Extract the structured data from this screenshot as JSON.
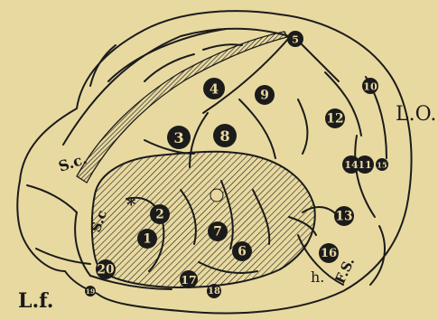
{
  "colors": {
    "paper": "#e8d9a0",
    "ink": "#1b1b1b"
  },
  "labels": {
    "lo": "L.O.",
    "lf": "L.f.",
    "sc_top": "S.c.",
    "sc_left": "S.c",
    "fs": "F.S.",
    "h": "h.",
    "star": "*"
  },
  "markers": [
    {
      "id": "1",
      "label": "1"
    },
    {
      "id": "2",
      "label": "2"
    },
    {
      "id": "3",
      "label": "3"
    },
    {
      "id": "4",
      "label": "4"
    },
    {
      "id": "5",
      "label": "5"
    },
    {
      "id": "6",
      "label": "6"
    },
    {
      "id": "7",
      "label": "7"
    },
    {
      "id": "8",
      "label": "8"
    },
    {
      "id": "9",
      "label": "9"
    },
    {
      "id": "10",
      "label": "10"
    },
    {
      "id": "11",
      "label": "11"
    },
    {
      "id": "12",
      "label": "12"
    },
    {
      "id": "13",
      "label": "13"
    },
    {
      "id": "14",
      "label": "14"
    },
    {
      "id": "15",
      "label": "15"
    },
    {
      "id": "16",
      "label": "16"
    },
    {
      "id": "17",
      "label": "17"
    },
    {
      "id": "18",
      "label": "18"
    },
    {
      "id": "19",
      "label": "19"
    },
    {
      "id": "20",
      "label": "20"
    }
  ]
}
